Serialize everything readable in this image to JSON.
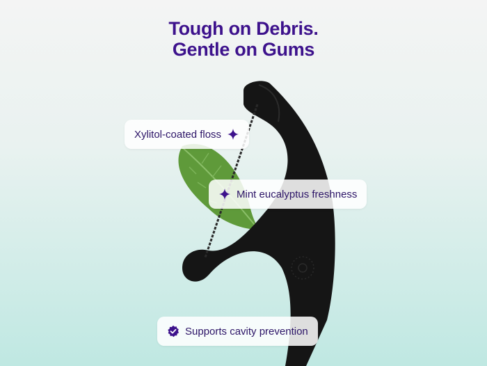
{
  "headline": {
    "line1": "Tough on Debris.",
    "line2": "Gentle on Gums"
  },
  "features": [
    {
      "label": "Xylitol-coated floss",
      "icon": "sparkle-icon"
    },
    {
      "label": "Mint eucalyptus freshness",
      "icon": "sparkle-icon"
    },
    {
      "label": "Supports cavity prevention",
      "icon": "verified-badge-icon"
    }
  ],
  "colors": {
    "accent": "#3d128c",
    "pick": "#151515",
    "leaf": "#5f9a3a"
  }
}
